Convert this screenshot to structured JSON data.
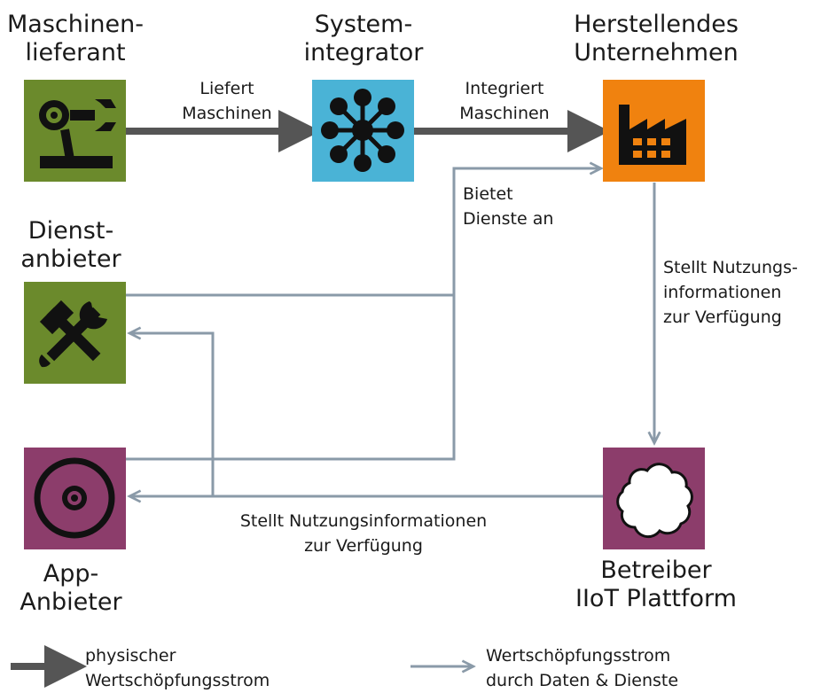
{
  "nodes": {
    "machine_supplier": {
      "label": "Maschinen-\nlieferant",
      "color": "#6b8a2c"
    },
    "system_integrator": {
      "label": "System-\nintegrator",
      "color": "#4ab3d6"
    },
    "manufacturer": {
      "label": "Herstellendes\nUnternehmen",
      "color": "#f0820f"
    },
    "service_provider": {
      "label": "Dienst-\nanbieter",
      "color": "#6b8a2c"
    },
    "app_provider": {
      "label": "App-\nAnbieter",
      "color": "#8c3d6b"
    },
    "iiot_operator": {
      "label": "Betreiber\nIIoT Plattform",
      "color": "#8c3d6b"
    }
  },
  "edges": {
    "supplies_machines": "Liefert\nMaschinen",
    "integrates_machines": "Integriert\nMaschinen",
    "offers_services": "Bietet\nDienste an",
    "usage_info_right": "Stellt Nutzungs-\ninformationen\nzur Verfügung",
    "usage_info_bottom": "Stellt Nutzungsinformationen\nzur Verfügung"
  },
  "legend": {
    "physical": "physischer\nWertschöpfungsstrom",
    "data": "Wertschöpfungsstrom\ndurch Daten & Dienste"
  },
  "colors": {
    "physical_arrow": "#555555",
    "data_arrow": "#8a9aa8"
  }
}
